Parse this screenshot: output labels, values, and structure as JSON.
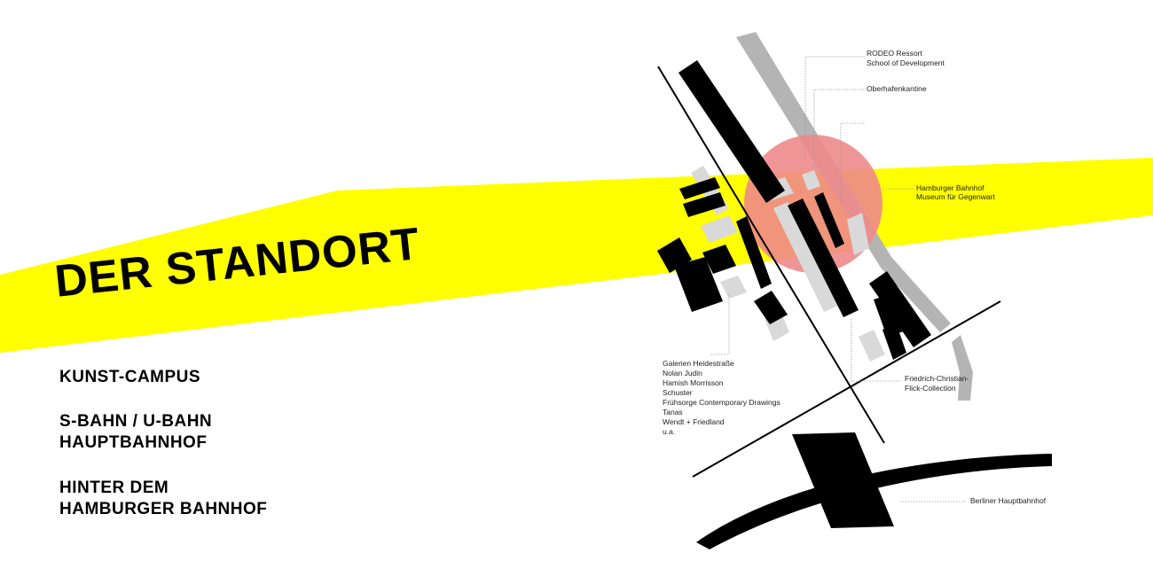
{
  "headline": "DER STANDORT",
  "info": {
    "line1": "KUNST-CAMPUS",
    "line2a": "S-BAHN / U-BAHN",
    "line2b": "HAUPTBAHNHOF",
    "line3a": "HINTER DEM",
    "line3b": "HAMBURGER BAHNHOF"
  },
  "labels": {
    "rodeo_1": "RODEO Ressort",
    "rodeo_2": "School of Development",
    "oberhafen": "Oberhafenkantine",
    "hbf_museum_1": "Hamburger Bahnhof",
    "hbf_museum_2": "Museum für Gegenwart",
    "flick_1": "Friedrich-Christian-",
    "flick_2": "Flick-Collection",
    "berliner_hbf": "Berliner Hauptbahnhof",
    "galerien": [
      "Galerien Heidestraße",
      "Nolan Judin",
      "Hamish Morrisson",
      "Schuster",
      "Frühsorge Contemporary Drawings",
      "Tanas",
      "Wendt + Friedland",
      "u.a."
    ]
  },
  "colors": {
    "band": "#ffff00",
    "highlight_circle": "#ee8a8a",
    "building": "#000000",
    "building_light": "#d9d9d9",
    "rail": "#b4b4b4"
  }
}
